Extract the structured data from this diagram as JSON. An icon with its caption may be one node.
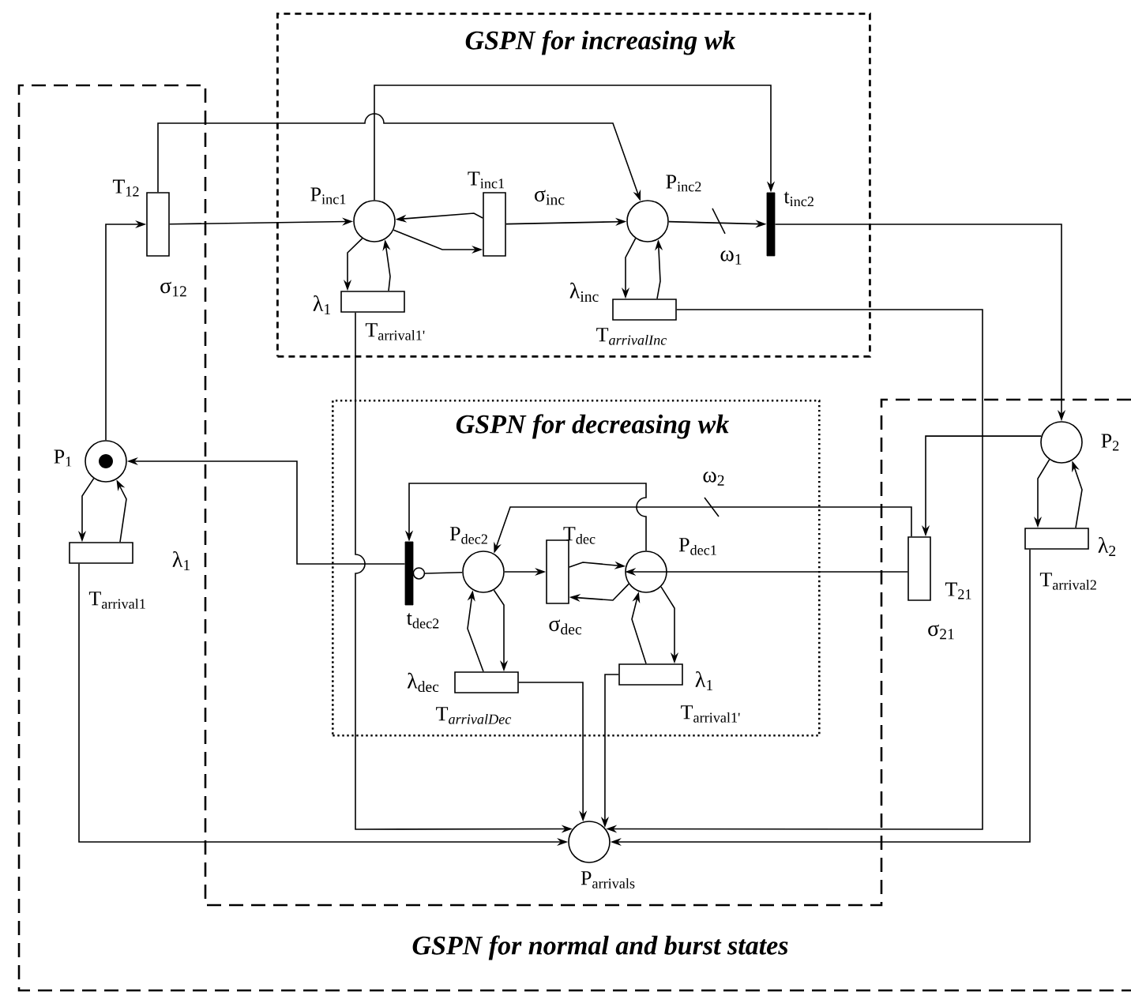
{
  "diagram": {
    "nodes": [
      {
        "text": [
          "GSPN for normal and burst states"
        ]
      },
      {
        "text": [
          "GSPN for increasing wk"
        ]
      },
      {
        "text": [
          "GSPN for decreasing wk"
        ]
      },
      {
        "text": [
          "T$_{12}$"
        ],
        "beside": [
          "σ$_{12}$"
        ]
      },
      {
        "text": [
          "P$_{inc1}$"
        ],
        "in": 1
      },
      {
        "text": [
          "T$_{inc1}$"
        ],
        "beside": [
          "σ$_{inc}$"
        ],
        "in": 1
      },
      {
        "text": [
          "P$_{inc2}$"
        ],
        "in": 1
      },
      {
        "text": [
          "t$_{inc2}$"
        ],
        "in": 1
      },
      {
        "text": [
          "T$_{arrival1'}$"
        ],
        "beside": [
          "λ$_{1}$"
        ],
        "in": 1
      },
      {
        "text": [
          "\\mathrm{T}_{\\mathit{arrivalInc}}"
        ],
        "beside": [
          "λ$_{inc}$"
        ],
        "in": 1
      },
      {
        "text": [
          "P$_{1}$"
        ]
      },
      {
        "text": [
          "T$_{arrival1}$"
        ],
        "beside": [
          "λ$_{1}$"
        ]
      },
      {
        "text": [
          "P$_{2}$"
        ]
      },
      {
        "text": [
          "T$_{arrival2}$"
        ],
        "beside": [
          "λ$_{2}$"
        ]
      },
      {
        "text": [
          "t$_{dec2}$"
        ],
        "in": 2
      },
      {
        "text": [
          "P$_{dec2}$"
        ],
        "in": 2
      },
      {
        "text": [
          "T$_{dec}$"
        ],
        "beside": [
          "σ$_{dec}$"
        ],
        "in": 2
      },
      {
        "text": [
          "P$_{dec1}$"
        ],
        "in": 2
      },
      {
        "text": [
          "T$_{21}$"
        ],
        "beside": [
          "σ$_{21}$"
        ]
      },
      {
        "text": [
          "\\mathrm{T}_{\\mathit{arrivalDec}}"
        ],
        "beside": [
          "λ$_{dec}$"
        ],
        "in": 2
      },
      {
        "text": [
          "T$_{arrival1'}$"
        ],
        "beside": [
          "λ$_{1}$"
        ],
        "in": 2
      },
      {
        "text": [
          "P$_{arrivals}$"
        ]
      }
    ],
    "edges": [
      {
        "from": 10,
        "to": 3,
        "arrow": "to"
      },
      {
        "from": 3,
        "to": 4,
        "arrow": "to"
      },
      {
        "from": 3,
        "to": 6,
        "arrow": "to"
      },
      {
        "from": 4,
        "to": 7,
        "arrow": "to"
      },
      {
        "from": 5,
        "to": 4,
        "arrow": "to"
      },
      {
        "from": 4,
        "to": 5,
        "arrow": "to"
      },
      {
        "from": 5,
        "to": 6,
        "arrow": "to"
      },
      {
        "from": 4,
        "to": 8,
        "arrow": "to"
      },
      {
        "from": 8,
        "to": 4,
        "arrow": "to"
      },
      {
        "from": 6,
        "to": 9,
        "arrow": "to"
      },
      {
        "from": 9,
        "to": 6,
        "arrow": "to"
      },
      {
        "from": 6,
        "to": 7,
        "arrow": "to",
        "label": "ω$_{1}$"
      },
      {
        "from": 7,
        "to": 12,
        "arrow": "to"
      },
      {
        "from": 8,
        "to": 21,
        "arrow": "to"
      },
      {
        "from": 9,
        "to": 21,
        "arrow": "to"
      },
      {
        "from": 11,
        "to": 21,
        "arrow": "to"
      },
      {
        "from": 13,
        "to": 21,
        "arrow": "to"
      },
      {
        "from": 19,
        "to": 21,
        "arrow": "to"
      },
      {
        "from": 20,
        "to": 21,
        "arrow": "to"
      },
      {
        "from": 10,
        "to": 11,
        "arrow": "to"
      },
      {
        "from": 11,
        "to": 10,
        "arrow": "to"
      },
      {
        "from": 12,
        "to": 13,
        "arrow": "to"
      },
      {
        "from": 13,
        "to": 12,
        "arrow": "to"
      },
      {
        "from": 12,
        "to": 18,
        "arrow": "to"
      },
      {
        "from": 18,
        "to": 17,
        "arrow": "to"
      },
      {
        "from": 18,
        "to": 15,
        "arrow": "to",
        "label": "ω$_{2}$"
      },
      {
        "from": 17,
        "to": 14,
        "arrow": "to"
      },
      {
        "from": 14,
        "to": 10,
        "arrow": "to"
      },
      {
        "from": 15,
        "to": 14,
        "arrow": "other"
      },
      {
        "from": 15,
        "to": 16,
        "arrow": "to"
      },
      {
        "from": 16,
        "to": 17,
        "arrow": "to"
      },
      {
        "from": 17,
        "to": 16,
        "arrow": "to"
      },
      {
        "from": 15,
        "to": 19,
        "arrow": "to"
      },
      {
        "from": 19,
        "to": 15,
        "arrow": "to"
      },
      {
        "from": 17,
        "to": 20,
        "arrow": "to"
      },
      {
        "from": 20,
        "to": 17,
        "arrow": "to"
      }
    ]
  }
}
